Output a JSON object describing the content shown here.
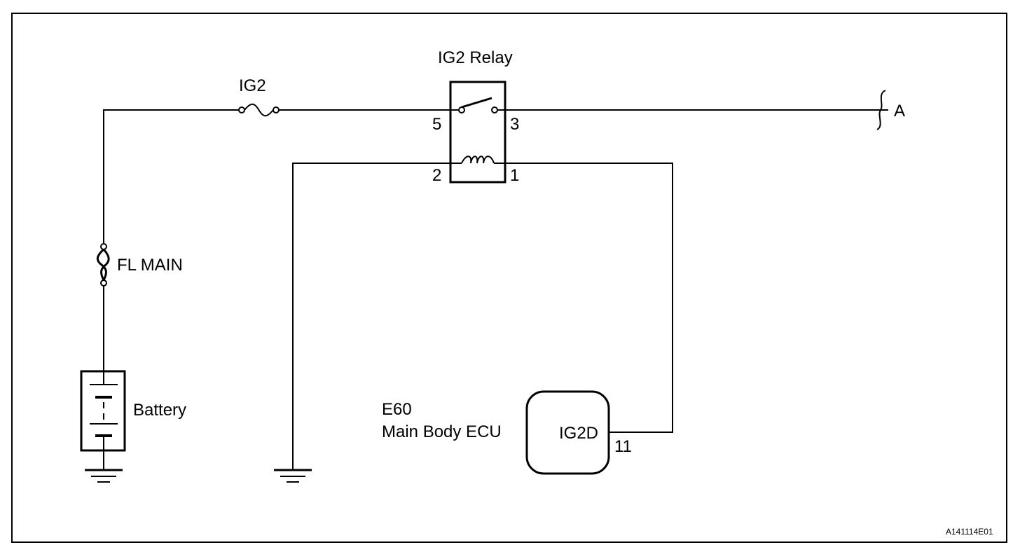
{
  "labels": {
    "ig2_fuse": "IG2",
    "ig2_relay": "IG2 Relay",
    "pin5": "5",
    "pin3": "3",
    "pin2": "2",
    "pin1": "1",
    "connector_a": "A",
    "fl_main": "FL MAIN",
    "battery": "Battery",
    "ecu_code": "E60",
    "ecu_name": "Main Body ECU",
    "ecu_terminal": "IG2D",
    "ecu_pin": "11",
    "figure_id": "A141114E01"
  }
}
